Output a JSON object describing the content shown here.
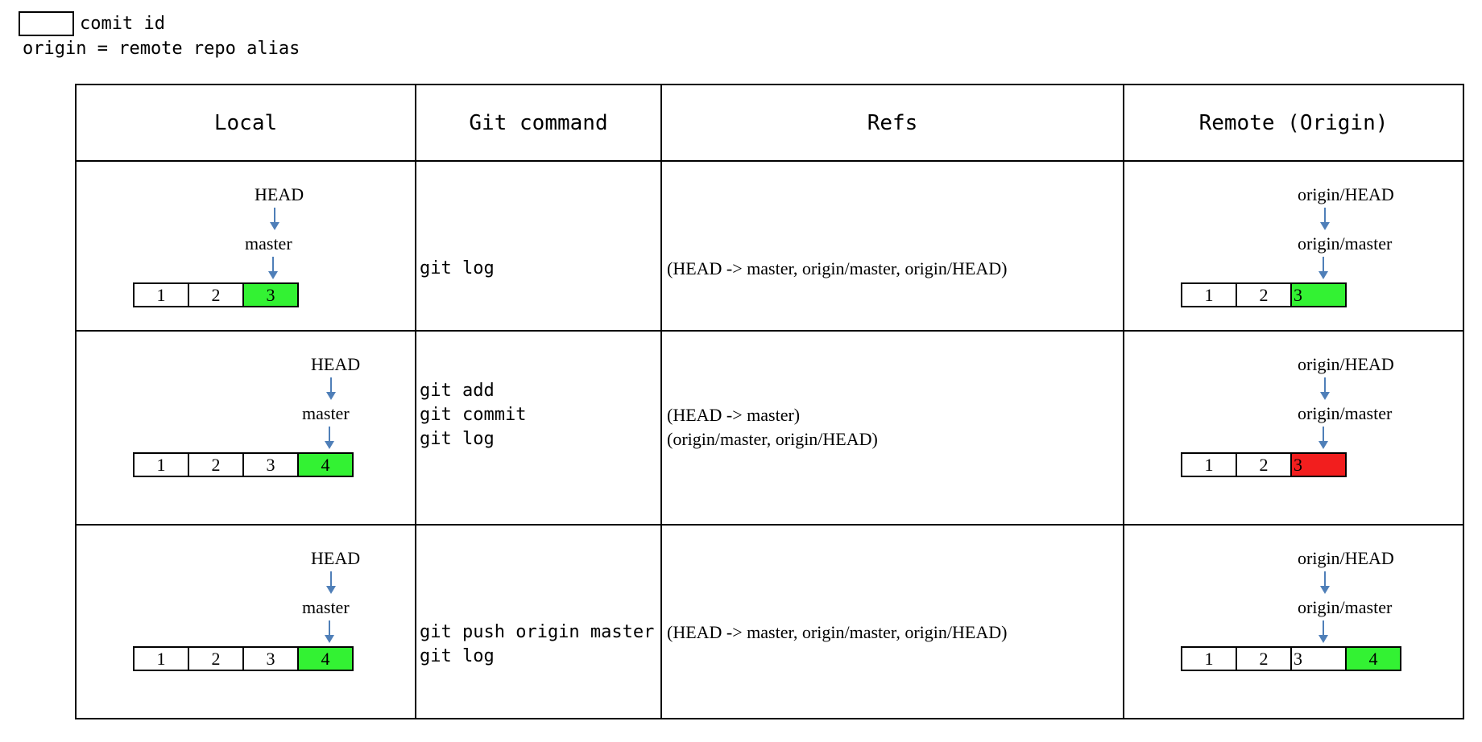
{
  "legend": {
    "box_label": "comit id",
    "alias_note": "origin = remote repo alias"
  },
  "table": {
    "headers": [
      "Local",
      "Git command",
      "Refs",
      "Remote (Origin)"
    ],
    "rows": [
      {
        "local": {
          "head": "HEAD",
          "branch": "master",
          "commits": [
            "1",
            "2",
            "3"
          ],
          "highlight": "3"
        },
        "command": "git log",
        "refs": "(HEAD -> master, origin/master, origin/HEAD)",
        "remote": {
          "head": "origin/HEAD",
          "branch": "origin/master",
          "commits": [
            "1",
            "2",
            "3"
          ],
          "highlight": "3",
          "highlight_color": "#33f233"
        }
      },
      {
        "local": {
          "head": "HEAD",
          "branch": "master",
          "commits": [
            "1",
            "2",
            "3",
            "4"
          ],
          "highlight": "4"
        },
        "command": "git add\ngit commit\ngit log",
        "refs": "(HEAD -> master)\n(origin/master, origin/HEAD)",
        "remote": {
          "head": "origin/HEAD",
          "branch": "origin/master",
          "commits": [
            "1",
            "2",
            "3"
          ],
          "highlight": "3",
          "highlight_color": "#f21e1e"
        }
      },
      {
        "local": {
          "head": "HEAD",
          "branch": "master",
          "commits": [
            "1",
            "2",
            "3",
            "4"
          ],
          "highlight": "4"
        },
        "command": "git push origin master\ngit log",
        "refs": "(HEAD -> master, origin/master, origin/HEAD)",
        "remote": {
          "head": "origin/HEAD",
          "branch": "origin/master",
          "commits": [
            "1",
            "2",
            "3",
            "4"
          ],
          "highlight": "4",
          "highlight_color": "#33f233"
        }
      }
    ]
  },
  "colors": {
    "new_commit": "#33f233",
    "stale_commit": "#f21e1e",
    "arrow": "#4f7fb8"
  }
}
